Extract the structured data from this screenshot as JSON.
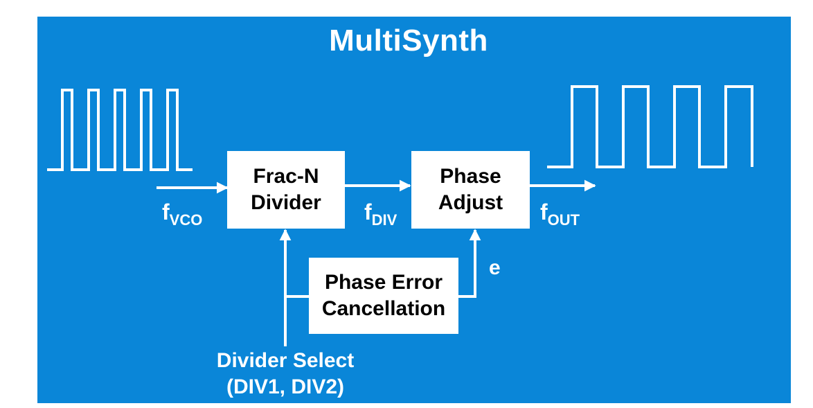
{
  "colors": {
    "background": "#0a86d8",
    "foreground": "#ffffff",
    "block_fill": "#ffffff",
    "block_text": "#000000"
  },
  "title": "MultiSynth",
  "blocks": {
    "frac_n": {
      "line1": "Frac-N",
      "line2": "Divider"
    },
    "phase_adjust": {
      "line1": "Phase",
      "line2": "Adjust"
    },
    "pec": {
      "line1": "Phase Error",
      "line2": "Cancellation"
    }
  },
  "signals": {
    "fvco": {
      "base": "f",
      "sub": "VCO"
    },
    "fdiv": {
      "base": "f",
      "sub": "DIV"
    },
    "fout": {
      "base": "f",
      "sub": "OUT"
    },
    "e": "e"
  },
  "divider_select": {
    "line1": "Divider Select",
    "line2": "(DIV1, DIV2)"
  },
  "waveforms": {
    "input": {
      "pulses": 5,
      "icon": "square-wave-icon"
    },
    "output": {
      "pulses": 4,
      "icon": "square-wave-icon"
    }
  }
}
